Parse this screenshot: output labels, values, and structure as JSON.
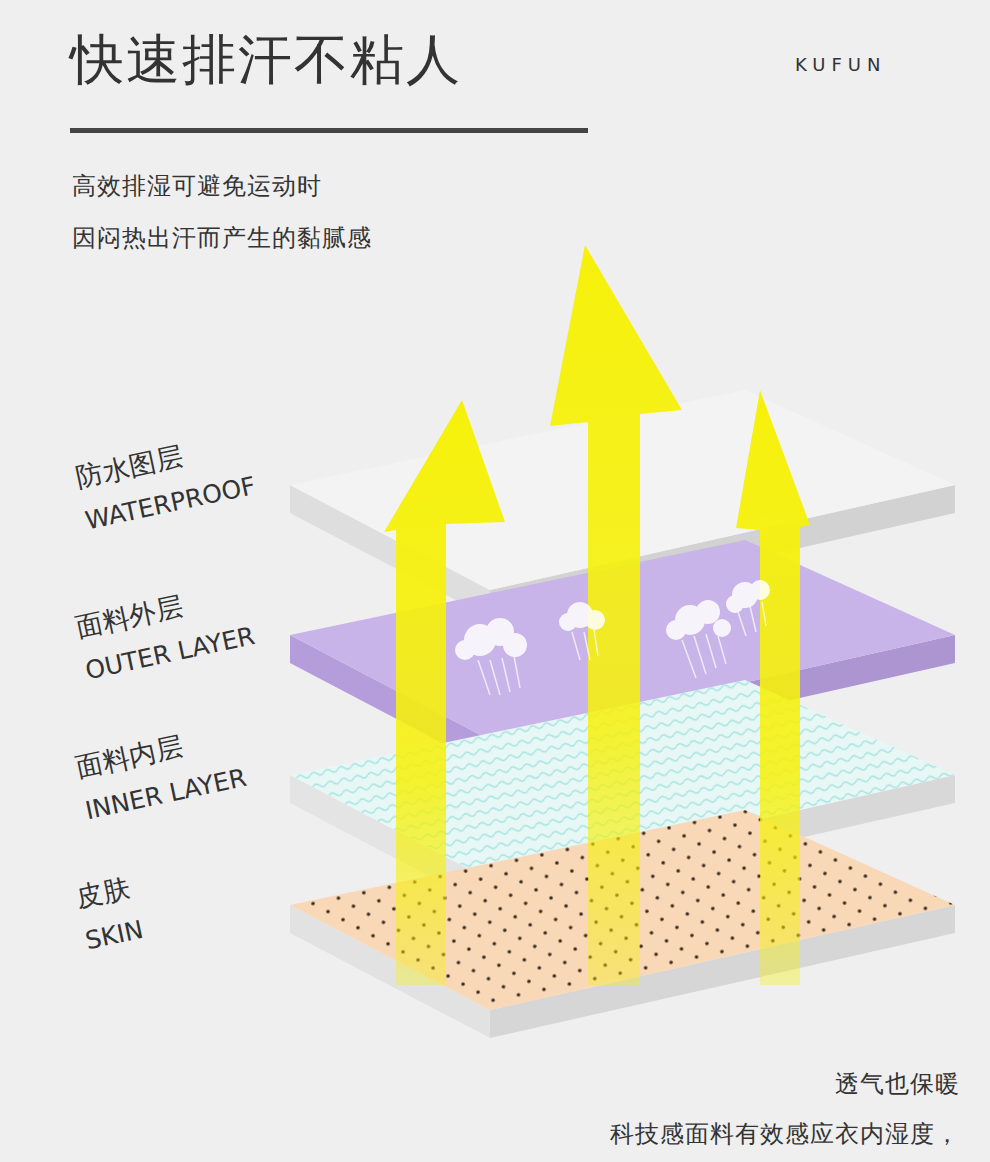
{
  "diagram": {
    "title": "快速排汗不粘人",
    "nodes": [
      {
        "text": [
          "防水图层",
          "WATERPROOF"
        ]
      },
      {
        "text": [
          "面料外层",
          "OUTER LAYER"
        ]
      },
      {
        "text": [
          "面料内层",
          "INNER LAYER"
        ]
      },
      {
        "text": [
          "皮肤",
          "SKIN"
        ]
      }
    ],
    "labels": [
      "KUFUN",
      "高效排湿可避免运动时",
      "因闷热出汗而产生的黏腻感",
      "透气也保暖",
      "科技感面料有效感应衣内湿度，"
    ]
  }
}
